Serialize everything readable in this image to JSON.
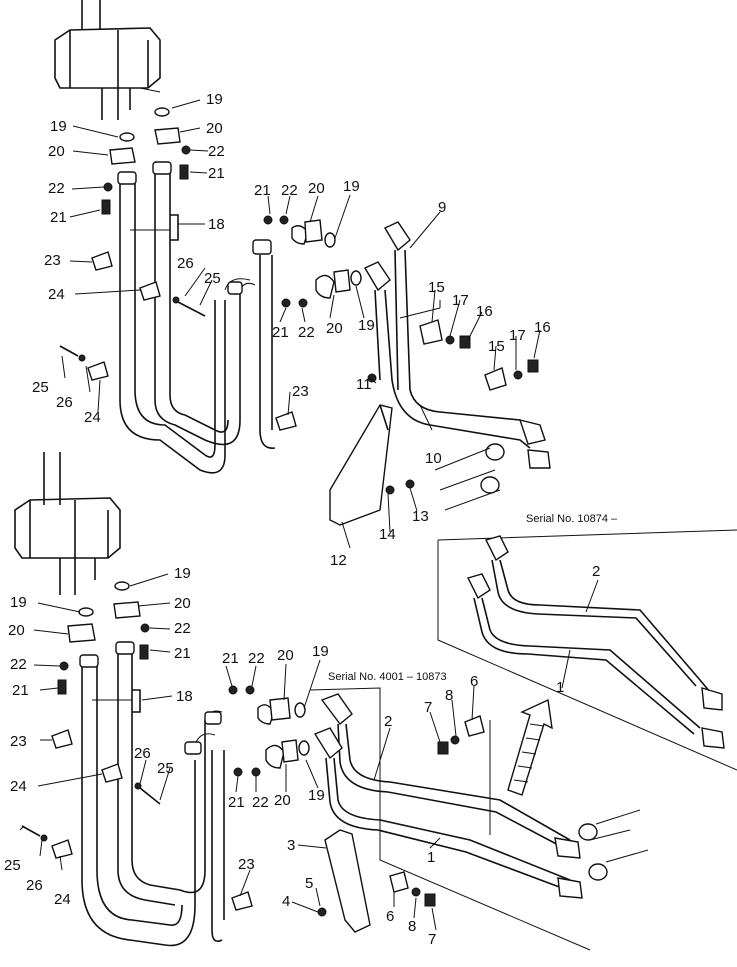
{
  "serials": {
    "upper_kit": "Serial No. 10874 –",
    "lower_kit": "Serial No. 4001 – 10873"
  },
  "callouts_upper": {
    "c19a": "19",
    "c19b": "19",
    "c19c": "19",
    "c19d": "19",
    "c20a": "20",
    "c20b": "20",
    "c20c": "20",
    "c20d": "20",
    "c22a": "22",
    "c22b": "22",
    "c22c": "22",
    "c22d": "22",
    "c21a": "21",
    "c21b": "21",
    "c21c": "21",
    "c21d": "21",
    "c18": "18",
    "c23a": "23",
    "c23b": "23",
    "c24a": "24",
    "c24b": "24",
    "c25a": "25",
    "c25b": "25",
    "c26a": "26",
    "c26b": "26",
    "c9": "9",
    "c10": "10",
    "c11": "11",
    "c12": "12",
    "c13": "13",
    "c14": "14",
    "c15a": "15",
    "c15b": "15",
    "c16a": "16",
    "c16b": "16",
    "c17a": "17",
    "c17b": "17"
  },
  "callouts_lower": {
    "c19a": "19",
    "c19b": "19",
    "c19c": "19",
    "c19d": "19",
    "c20a": "20",
    "c20b": "20",
    "c20c": "20",
    "c20d": "20",
    "c22a": "22",
    "c22b": "22",
    "c22c": "22",
    "c21a": "21",
    "c21b": "21",
    "c21c": "21",
    "c21d": "21",
    "c18": "18",
    "c23a": "23",
    "c23b": "23",
    "c24a": "24",
    "c24b": "24",
    "c25a": "25",
    "c25b": "25",
    "c26a": "26",
    "c26b": "26",
    "c1a": "1",
    "c1b": "1",
    "c2a": "2",
    "c2b": "2",
    "c3": "3",
    "c4": "4",
    "c5": "5",
    "c6a": "6",
    "c6b": "6",
    "c7a": "7",
    "c7b": "7",
    "c8a": "8",
    "c8b": "8"
  }
}
